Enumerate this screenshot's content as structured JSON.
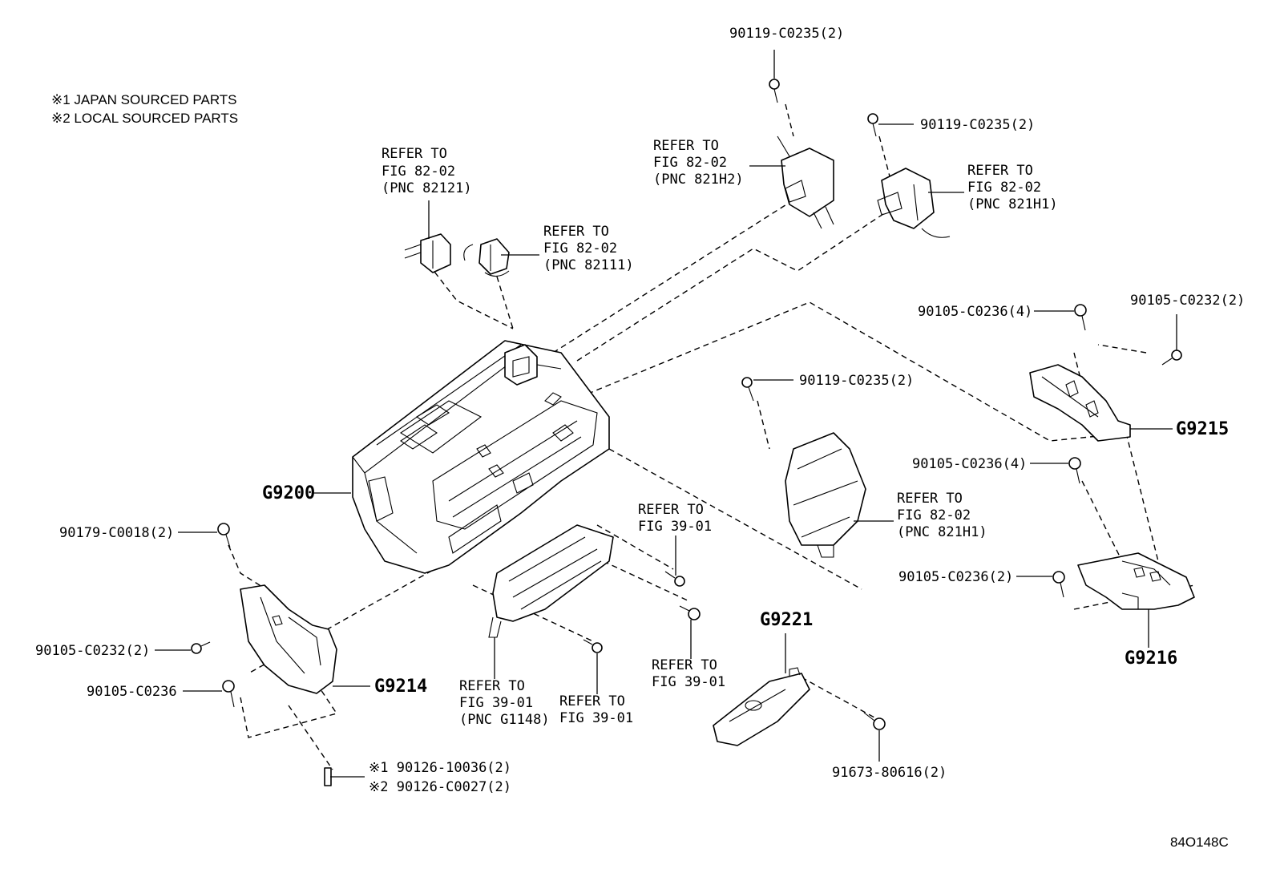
{
  "notes": {
    "note1": "※1 JAPAN SOURCED PARTS",
    "note2": "※2 LOCAL SOURCED PARTS"
  },
  "callouts": {
    "bolt_top_a": "90119-C0235(2)",
    "bolt_top_b": "90119-C0235(2)",
    "bolt_mid": "90119-C0235(2)",
    "bolt_g9215_a": "90105-C0236(4)",
    "bolt_g9215_b": "90105-C0232(2)",
    "bolt_g9216_a": "90105-C0236(4)",
    "bolt_g9216_b": "90105-C0236(2)",
    "bolt_left_a": "90179-C0018(2)",
    "bolt_left_b": "90105-C0232(2)",
    "bolt_left_c": "90105-C0236",
    "stud_1": "※1 90126-10036(2)",
    "stud_2": "※2 90126-C0027(2)",
    "clip": "91673-80616(2)"
  },
  "parts": {
    "g9200": "G9200",
    "g9214": "G9214",
    "g9215": "G9215",
    "g9216": "G9216",
    "g9221": "G9221"
  },
  "refs": {
    "r82121": [
      "REFER TO",
      "FIG 82-02",
      "(PNC 82121)"
    ],
    "r82111": [
      "REFER TO",
      "FIG 82-02",
      "(PNC 82111)"
    ],
    "r821h2": [
      "REFER TO",
      "FIG 82-02",
      "(PNC 821H2)"
    ],
    "r821h1_top": [
      "REFER TO",
      "FIG 82-02",
      "(PNC 821H1)"
    ],
    "r821h1_mid": [
      "REFER TO",
      "FIG 82-02",
      "(PNC 821H1)"
    ],
    "r39_a": [
      "REFER TO",
      "FIG 39-01"
    ],
    "r39_b": [
      "REFER TO",
      "FIG 39-01"
    ],
    "rg1148": [
      "REFER TO",
      "FIG 39-01",
      "(PNC G1148)"
    ],
    "r39_c": [
      "REFER TO",
      "FIG 39-01"
    ]
  },
  "figure_code": "84O148C"
}
